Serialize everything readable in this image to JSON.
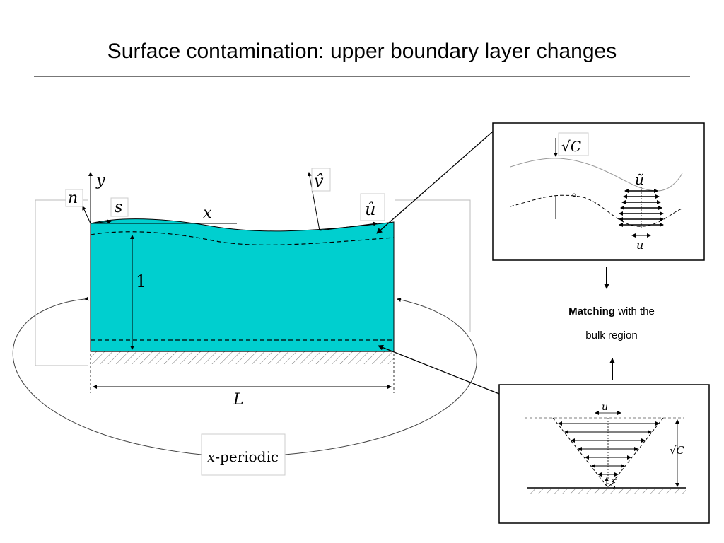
{
  "title": "Surface contamination: upper boundary layer changes",
  "colors": {
    "fluid": "#00cfcf",
    "line": "#000000",
    "frame": "#bbbbbb"
  },
  "labels": {
    "y": "y",
    "n": "n",
    "s": "s",
    "x": "x",
    "v_hat": "v̂",
    "u_hat": "û",
    "one": "1",
    "L": "L",
    "periodic_var": "x",
    "periodic_text": "-periodic"
  },
  "inset_top": {
    "sqrtC": "√C",
    "u_tilde": "ũ",
    "u": "u"
  },
  "inset_bottom": {
    "u": "u",
    "sqrtC": "√C",
    "xi": "ξ"
  },
  "matching": {
    "bold": "Matching",
    "rest_line1": " with the",
    "line2": "bulk region"
  }
}
